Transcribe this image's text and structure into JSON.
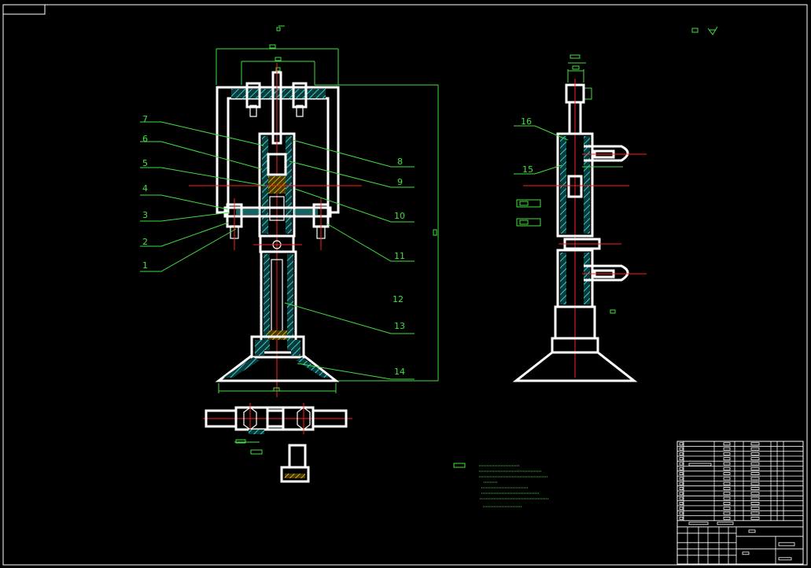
{
  "drawing": {
    "part_numbers": [
      "7",
      "6",
      "5",
      "4",
      "3",
      "2",
      "1",
      "8",
      "9",
      "10",
      "11",
      "12",
      "13",
      "14",
      "16",
      "15"
    ]
  }
}
